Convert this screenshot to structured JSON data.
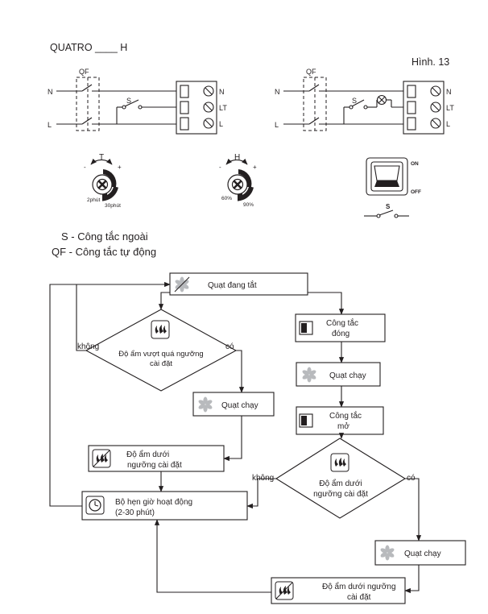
{
  "header": {
    "model": "QUATRO ____ H",
    "figure": "Hình. 13"
  },
  "wiring": {
    "qf": "QF",
    "s": "S",
    "n": "N",
    "l": "L",
    "term_n": "N",
    "term_lt": "LT",
    "term_l": "L",
    "on": "ON",
    "off": "OFF"
  },
  "knobs": {
    "timer": {
      "label": "T",
      "minus": "-",
      "plus": "+",
      "min": "2phút",
      "max": "30phút"
    },
    "humidity": {
      "label": "H",
      "minus": "-",
      "plus": "+",
      "min": "60%",
      "max": "90%"
    }
  },
  "legend": {
    "s": "S - Công tắc ngoài",
    "qf": "QF - Công tắc tự động"
  },
  "flow": {
    "fan_off": "Quạt đang tắt",
    "humid_over": [
      "Độ ẩm vượt quá ngưỡng",
      "cài đặt"
    ],
    "yes": "có",
    "no": "không",
    "fan_run": "Quạt chạy",
    "humid_below": [
      "Độ ẩm dưới",
      "ngưỡng cài đặt"
    ],
    "timer": [
      "Bộ hẹn giờ hoạt động",
      "(2-30 phút)"
    ],
    "switch_closed": [
      "Công tắc",
      "đóng"
    ],
    "switch_open": [
      "Công tắc",
      "mở"
    ],
    "humid_below_long": [
      "Độ ẩm dưới ngưỡng",
      "cài đặt"
    ]
  }
}
